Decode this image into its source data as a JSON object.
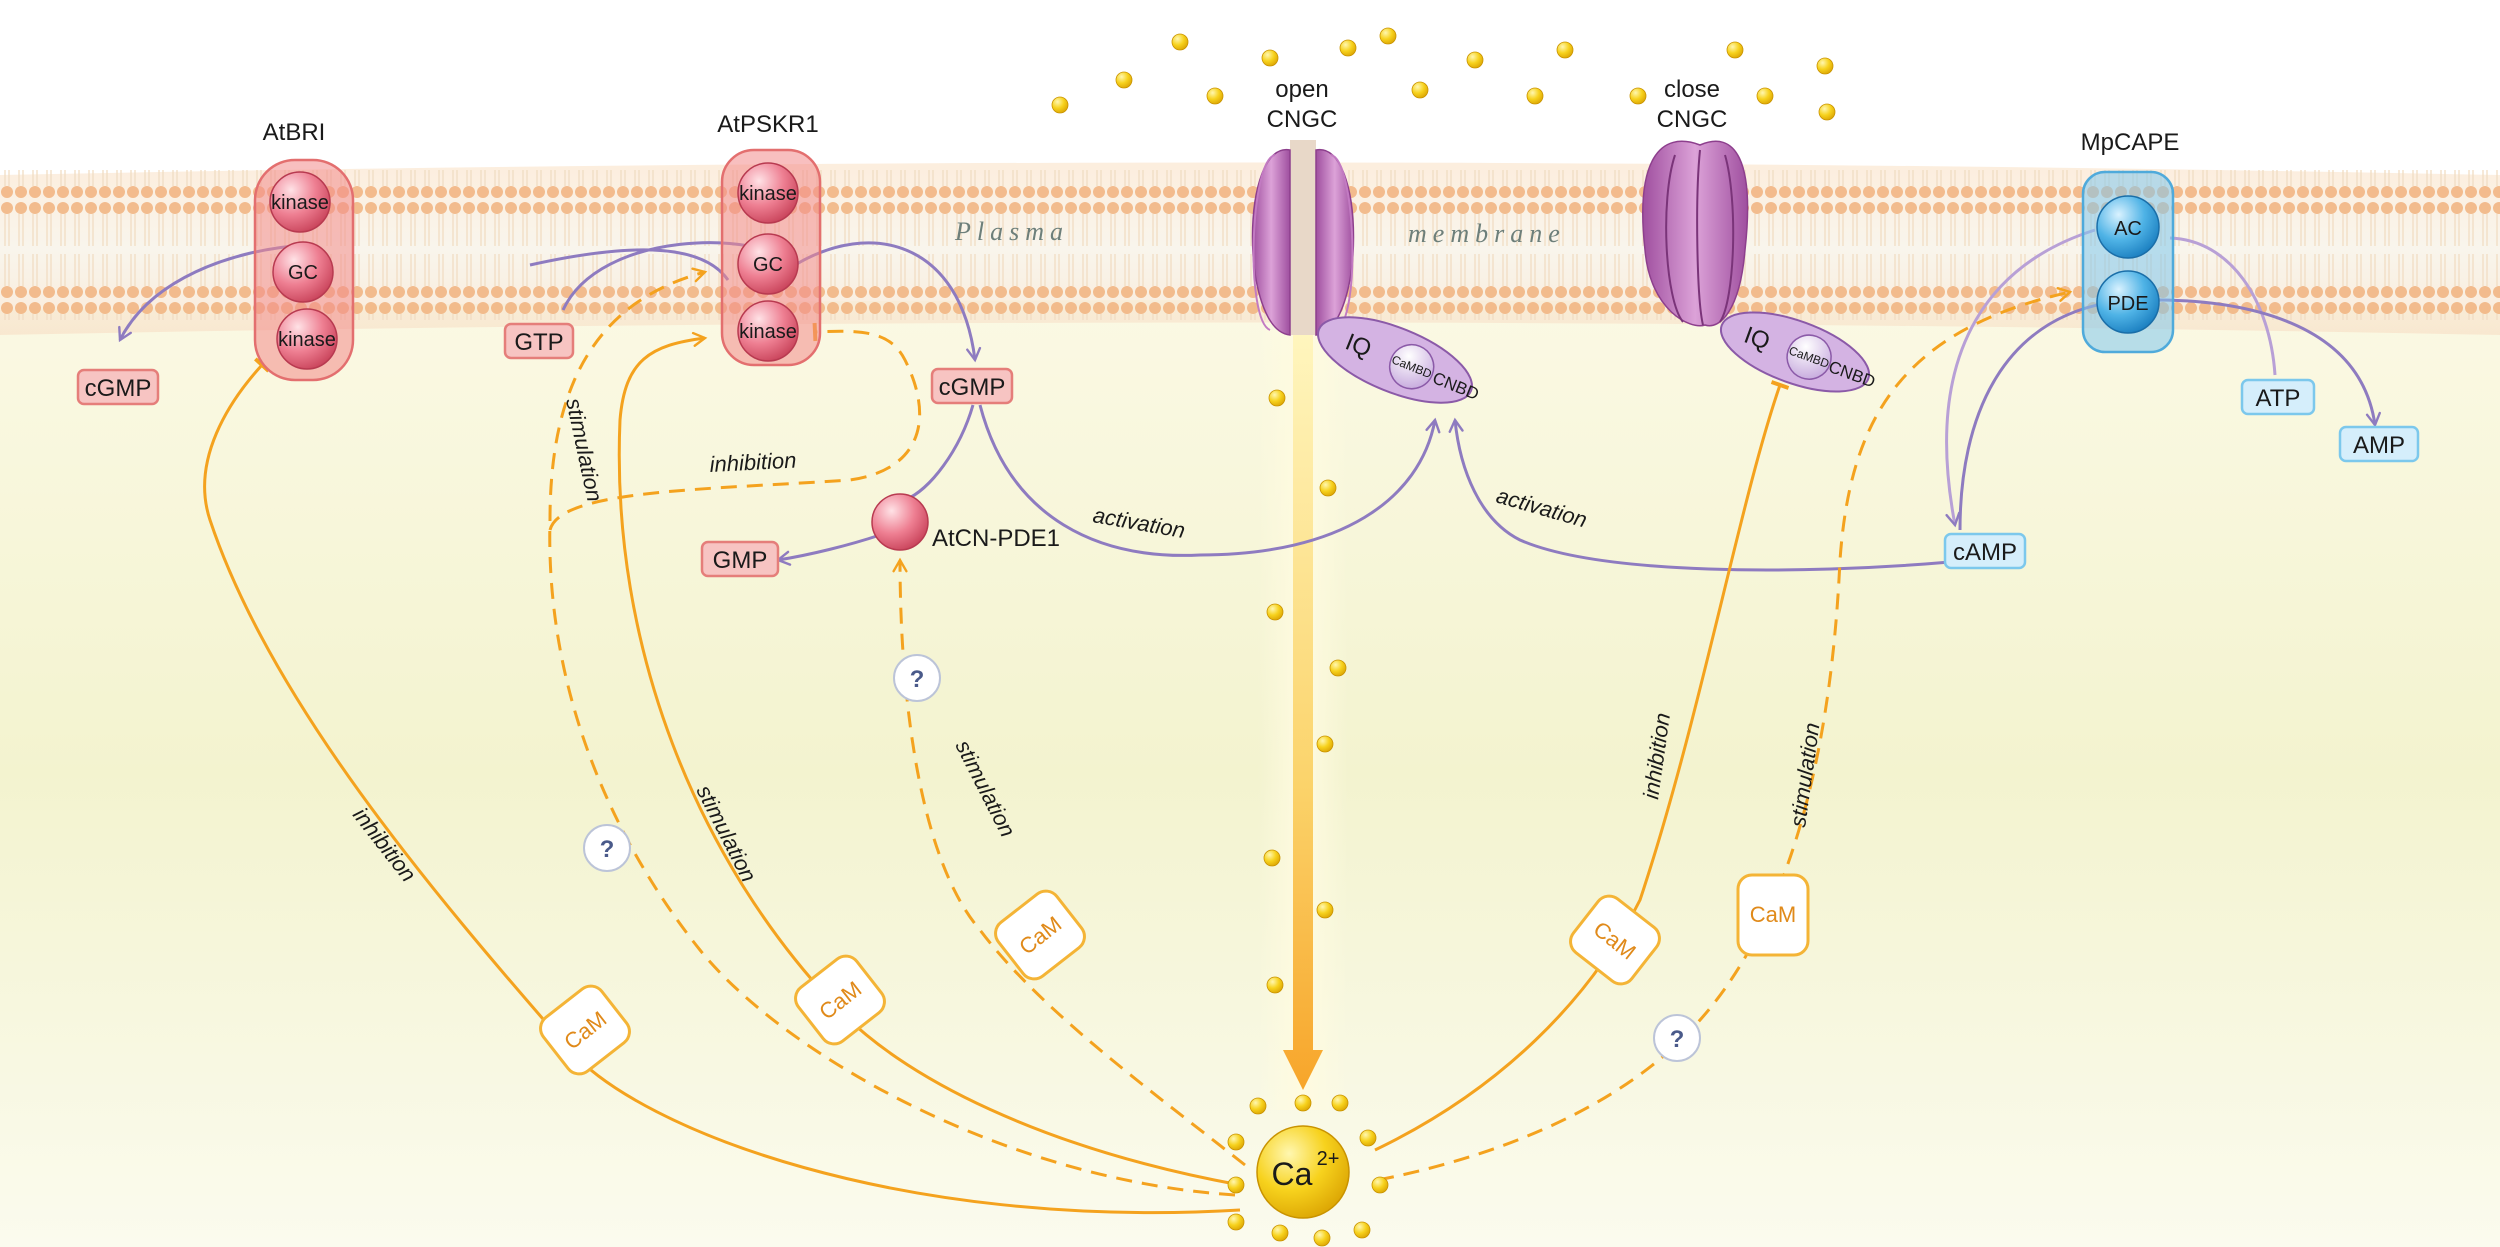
{
  "membrane": {
    "word1": "Plasma",
    "word2": "membrane"
  },
  "receptors": {
    "atbri": {
      "title": "AtBRI",
      "domains": [
        "kinase",
        "GC",
        "kinase"
      ]
    },
    "atpskr1": {
      "title": "AtPSKR1",
      "domains": [
        "kinase",
        "GC",
        "kinase"
      ]
    },
    "mpcape": {
      "title": "MpCAPE",
      "domains": [
        "AC",
        "PDE"
      ]
    }
  },
  "channels": {
    "open": {
      "title_line1": "open",
      "title_line2": "CNGC",
      "iq": "IQ",
      "cambd": "CaMBD",
      "cnbd": "CNBD"
    },
    "close": {
      "title_line1": "close",
      "title_line2": "CNGC",
      "iq": "IQ",
      "cambd": "CaMBD",
      "cnbd": "CNBD"
    }
  },
  "metabolites": {
    "cgmp_left": "cGMP",
    "gtp": "GTP",
    "cgmp_right": "cGMP",
    "gmp": "GMP",
    "atp": "ATP",
    "amp": "AMP",
    "camp": "cAMP"
  },
  "enzyme": {
    "label": "AtCN-PDE1"
  },
  "calcium": {
    "symbol": "Ca",
    "charge": "2+"
  },
  "calmodulin": {
    "label": "CaM"
  },
  "unknown": {
    "label": "?"
  },
  "arrow_labels": {
    "stimulation_top": "stimulation",
    "inhibition_top": "inhibition",
    "activation_left": "activation",
    "activation_right": "activation",
    "inhibition_atbri": "inhibition",
    "stimulation_pskr": "stimulation",
    "stimulation_pde1": "stimulation",
    "inhibition_close": "inhibition",
    "stimulation_cape": "stimulation"
  },
  "colors": {
    "orange": "#f4a21e",
    "purple": "#8e7bc0",
    "red_box": "#f7c4c2",
    "blue_box": "#d5eefb",
    "channel": "#b56db5"
  }
}
